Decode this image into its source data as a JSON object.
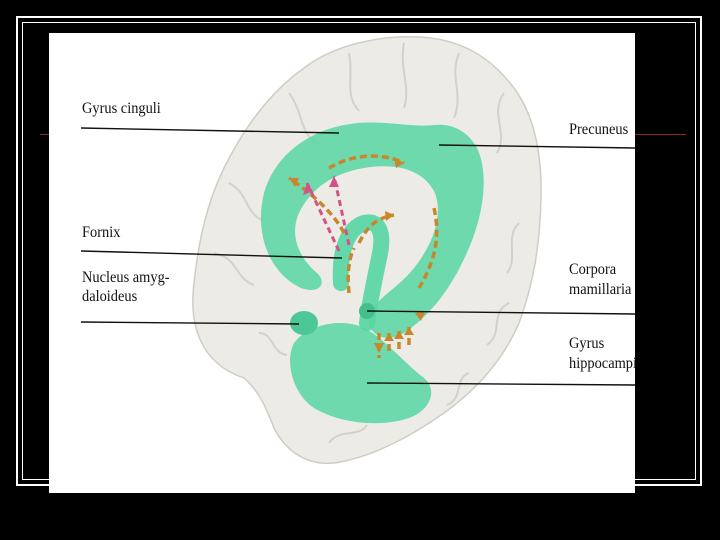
{
  "diagram": {
    "labels": {
      "gyrus_cinguli": "Gyrus cinguli",
      "fornix": "Fornix",
      "nucleus_line1": "Nucleus amyg-",
      "nucleus_line2": "daloideus",
      "precuneus": "Precuneus",
      "corpora_line1": "Corpora",
      "corpora_line2": "mamillaria",
      "gyrus_hipp_line1": "Gyrus",
      "gyrus_hipp_line2": "hippocampi"
    },
    "colors": {
      "background": "#000000",
      "figure_background": "#ffffff",
      "brain_tissue": "#ecebe6",
      "limbic_green": "#57d6a2",
      "arrow_orange": "#c8872a",
      "arrow_pink": "#d6508a"
    }
  }
}
